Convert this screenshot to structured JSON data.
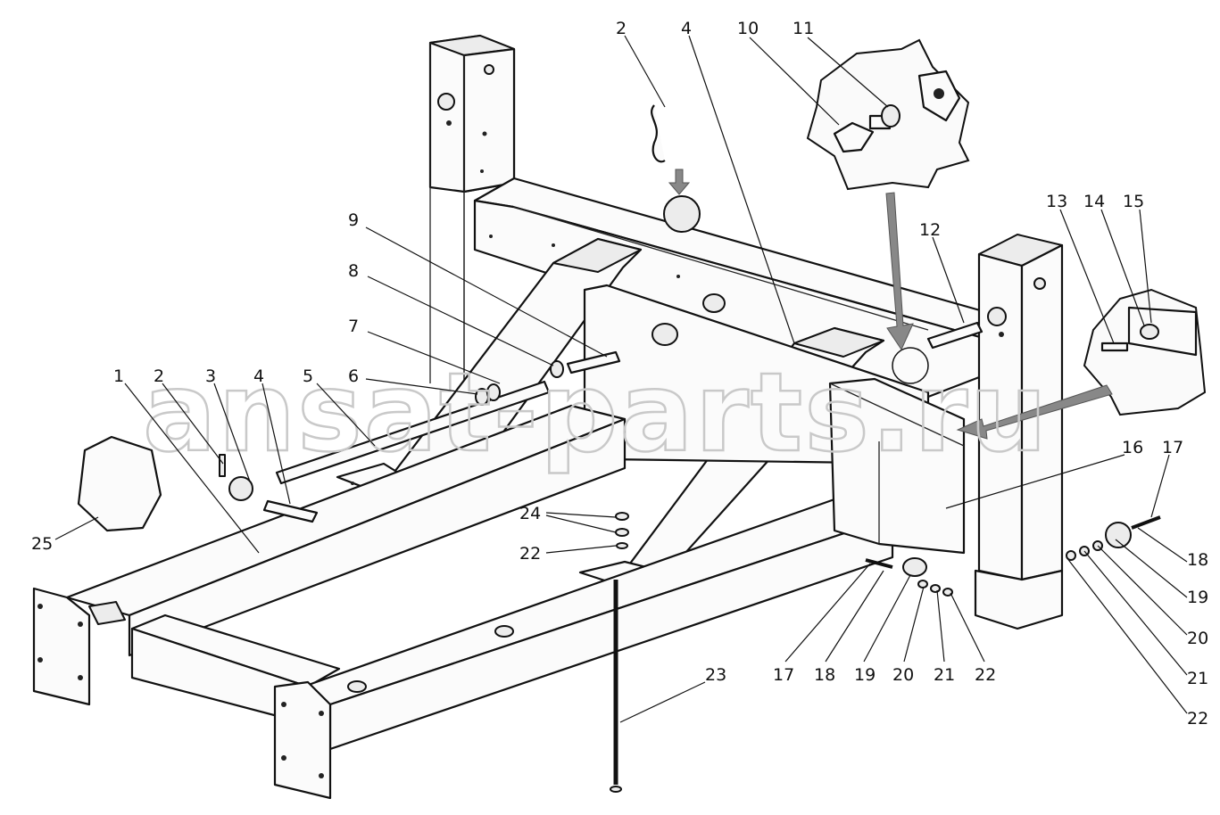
{
  "watermark": "ansat-parts.ru",
  "callouts": [
    {
      "id": "c-1",
      "text": "1"
    },
    {
      "id": "c-2a",
      "text": "2"
    },
    {
      "id": "c-3",
      "text": "3"
    },
    {
      "id": "c-4a",
      "text": "4"
    },
    {
      "id": "c-5",
      "text": "5"
    },
    {
      "id": "c-6",
      "text": "6"
    },
    {
      "id": "c-7",
      "text": "7"
    },
    {
      "id": "c-8",
      "text": "8"
    },
    {
      "id": "c-9",
      "text": "9"
    },
    {
      "id": "c-2b",
      "text": "2"
    },
    {
      "id": "c-4b",
      "text": "4"
    },
    {
      "id": "c-10",
      "text": "10"
    },
    {
      "id": "c-11",
      "text": "11"
    },
    {
      "id": "c-12",
      "text": "12"
    },
    {
      "id": "c-13",
      "text": "13"
    },
    {
      "id": "c-14",
      "text": "14"
    },
    {
      "id": "c-15",
      "text": "15"
    },
    {
      "id": "c-16",
      "text": "16"
    },
    {
      "id": "c-17a",
      "text": "17"
    },
    {
      "id": "c-18a",
      "text": "18"
    },
    {
      "id": "c-19a",
      "text": "19"
    },
    {
      "id": "c-20a",
      "text": "20"
    },
    {
      "id": "c-21a",
      "text": "21"
    },
    {
      "id": "c-22a",
      "text": "22"
    },
    {
      "id": "c-17b",
      "text": "17"
    },
    {
      "id": "c-18b",
      "text": "18"
    },
    {
      "id": "c-19b",
      "text": "19"
    },
    {
      "id": "c-20b",
      "text": "20"
    },
    {
      "id": "c-21b",
      "text": "21"
    },
    {
      "id": "c-22b",
      "text": "22"
    },
    {
      "id": "c-22c",
      "text": "22"
    },
    {
      "id": "c-23",
      "text": "23"
    },
    {
      "id": "c-24",
      "text": "24"
    },
    {
      "id": "c-25",
      "text": "25"
    }
  ]
}
